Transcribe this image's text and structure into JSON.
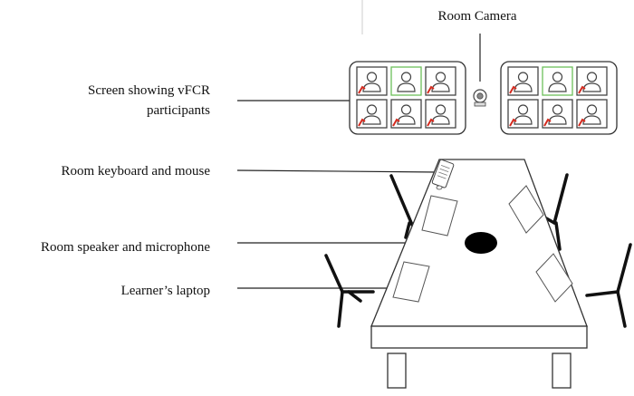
{
  "labels": {
    "room_camera": "Room Camera",
    "screen_line1": "Screen showing vFCR",
    "screen_line2": "participants",
    "keyboard_mouse": "Room keyboard and mouse",
    "speaker_mic": "Room speaker and microphone",
    "laptop": "Learner’s laptop"
  },
  "screens": [
    {
      "name": "left-screen",
      "tiles": [
        {
          "row": 0,
          "col": 0,
          "highlight": false,
          "red_mark": true
        },
        {
          "row": 0,
          "col": 1,
          "highlight": true,
          "red_mark": false
        },
        {
          "row": 0,
          "col": 2,
          "highlight": false,
          "red_mark": true
        },
        {
          "row": 1,
          "col": 0,
          "highlight": false,
          "red_mark": true
        },
        {
          "row": 1,
          "col": 1,
          "highlight": false,
          "red_mark": true
        },
        {
          "row": 1,
          "col": 2,
          "highlight": false,
          "red_mark": true
        }
      ]
    },
    {
      "name": "right-screen",
      "tiles": [
        {
          "row": 0,
          "col": 0,
          "highlight": false,
          "red_mark": true
        },
        {
          "row": 0,
          "col": 1,
          "highlight": true,
          "red_mark": false
        },
        {
          "row": 0,
          "col": 2,
          "highlight": false,
          "red_mark": true
        },
        {
          "row": 1,
          "col": 0,
          "highlight": false,
          "red_mark": true
        },
        {
          "row": 1,
          "col": 1,
          "highlight": false,
          "red_mark": true
        },
        {
          "row": 1,
          "col": 2,
          "highlight": false,
          "red_mark": true
        }
      ]
    }
  ],
  "colors": {
    "line": "#222222",
    "tile_border": "#444444",
    "tile_highlight": "#6cbf5b",
    "red_mark": "#d42a1e",
    "speaker": "#000000"
  }
}
